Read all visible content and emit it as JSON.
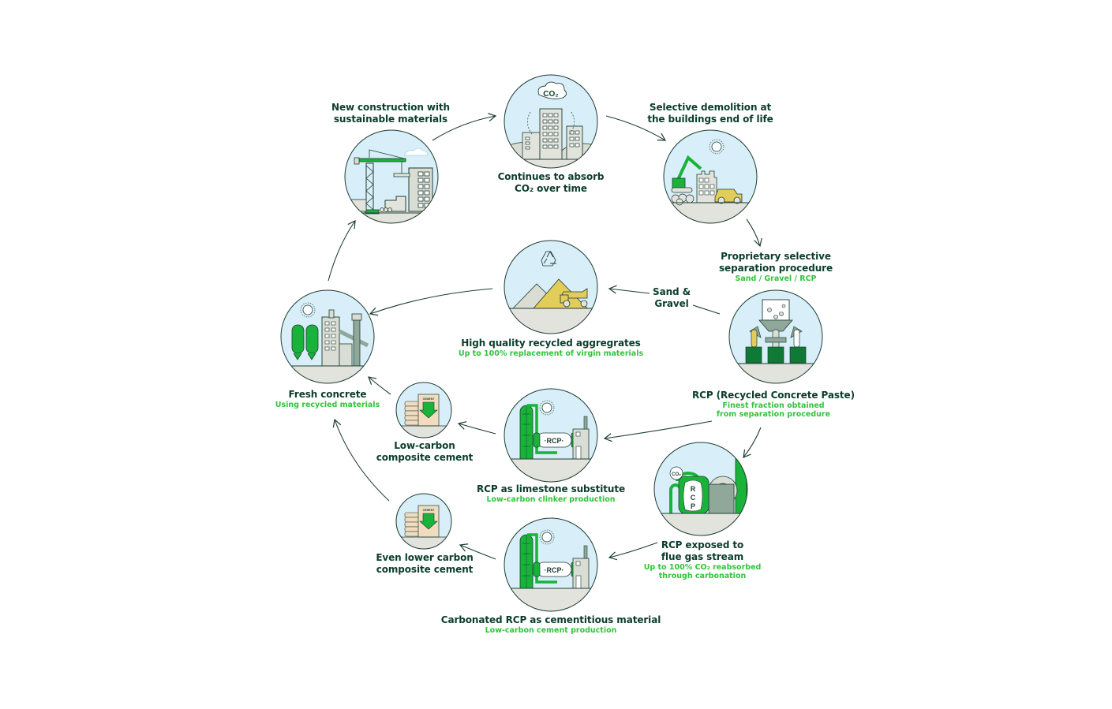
{
  "diagram": {
    "title": "Concrete circular economy with RCP (Recycled Concrete Paste)",
    "colors": {
      "title_text": "#0b3d2c",
      "subtitle_text": "#2fc43a",
      "sky": "#d8eef8",
      "ground": "#e3e3de",
      "outline": "#1f3d33",
      "green": "#19b33a",
      "dark_green": "#0f7a35",
      "sand": "#e2cc5a",
      "grey_building": "#d9ddd4",
      "sage": "#8fa89a",
      "cement_bag": "#f1dcc0"
    },
    "nodes": [
      {
        "id": "new-construction",
        "title_lines": [
          "New construction with",
          "sustainable materials"
        ],
        "subtitle_lines": [],
        "icon": "construction-crane-icon"
      },
      {
        "id": "absorb-co2",
        "title_lines": [
          "Continues to absorb",
          "CO₂ over time"
        ],
        "subtitle_lines": [],
        "icon": "buildings-co2-icon"
      },
      {
        "id": "selective-demolition",
        "title_lines": [
          "Selective demolition at",
          "the buildings end of life"
        ],
        "subtitle_lines": [],
        "icon": "excavator-demolition-icon"
      },
      {
        "id": "separation-procedure",
        "title_lines": [
          "Proprietary selective",
          "separation procedure"
        ],
        "subtitle_lines": [
          "Sand / Gravel / RCP"
        ],
        "icon": ""
      },
      {
        "id": "rcp",
        "title_lines": [
          "RCP (Recycled Concrete Paste)"
        ],
        "subtitle_lines": [
          "Finest fraction obtained",
          "from separation procedure"
        ],
        "icon": "separation-machine-icon"
      },
      {
        "id": "recycled-aggregates",
        "title_lines": [
          "High quality recycled aggregrates"
        ],
        "subtitle_lines": [
          "Up to 100% replacement of virgin materials"
        ],
        "icon": "recycle-aggregates-truck-icon"
      },
      {
        "id": "fresh-concrete",
        "title_lines": [
          "Fresh concrete"
        ],
        "subtitle_lines": [
          "Using recycled materials"
        ],
        "icon": "concrete-plant-icon"
      },
      {
        "id": "rcp-limestone",
        "title_lines": [
          "RCP as limestone substitute"
        ],
        "subtitle_lines": [
          "Low-carbon clinker production"
        ],
        "icon": "kiln-rcp-icon"
      },
      {
        "id": "low-carbon-cement",
        "title_lines": [
          "Low-carbon",
          "composite cement"
        ],
        "subtitle_lines": [],
        "icon": "cement-bags-icon"
      },
      {
        "id": "flue-gas",
        "title_lines": [
          "RCP exposed to",
          "flue gas stream"
        ],
        "subtitle_lines": [
          "Up to 100% CO₂ reabsorbed",
          "through carbonation"
        ],
        "icon": "carbonation-reactor-icon"
      },
      {
        "id": "carbonated-rcp",
        "title_lines": [
          "Carbonated RCP as cementitious material"
        ],
        "subtitle_lines": [
          "Low-carbon cement production"
        ],
        "icon": "kiln-rcp-icon"
      },
      {
        "id": "even-lower-cement",
        "title_lines": [
          "Even lower carbon",
          "composite cement"
        ],
        "subtitle_lines": [],
        "icon": "cement-bags-icon"
      }
    ],
    "edge_labels": {
      "sand_gravel": [
        "Sand &",
        "Gravel"
      ]
    },
    "icon_text": {
      "co2": "CO₂",
      "rcp": "RCP",
      "rcp_kiln": "·RCP·",
      "cement": "CEMENT",
      "co2_short": "CO₂"
    },
    "edges": [
      {
        "from": "new-construction",
        "to": "absorb-co2"
      },
      {
        "from": "absorb-co2",
        "to": "selective-demolition"
      },
      {
        "from": "selective-demolition",
        "to": "separation-procedure"
      },
      {
        "from": "rcp",
        "to": "recycled-aggregates",
        "label": "Sand & Gravel"
      },
      {
        "from": "recycled-aggregates",
        "to": "fresh-concrete"
      },
      {
        "from": "rcp",
        "to": "rcp-limestone"
      },
      {
        "from": "rcp",
        "to": "flue-gas"
      },
      {
        "from": "rcp-limestone",
        "to": "low-carbon-cement"
      },
      {
        "from": "low-carbon-cement",
        "to": "fresh-concrete"
      },
      {
        "from": "flue-gas",
        "to": "carbonated-rcp"
      },
      {
        "from": "carbonated-rcp",
        "to": "even-lower-cement"
      },
      {
        "from": "even-lower-cement",
        "to": "fresh-concrete"
      },
      {
        "from": "fresh-concrete",
        "to": "new-construction"
      }
    ]
  }
}
